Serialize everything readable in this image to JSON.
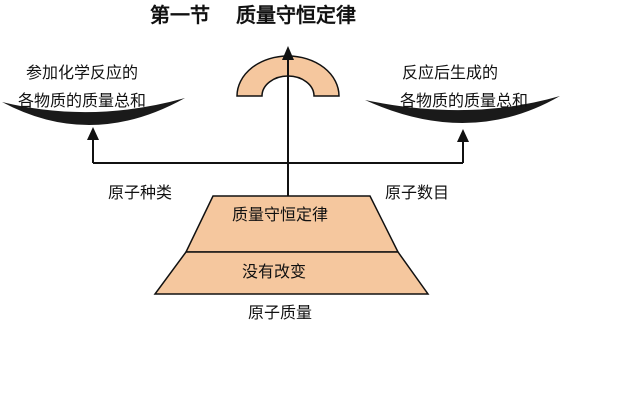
{
  "title": {
    "section": "第一节",
    "name": "质量守恒定律"
  },
  "left_pan": {
    "line1": "参加化学反应的",
    "line2": "各物质的质量总和"
  },
  "right_pan": {
    "line1": "反应后生成的",
    "line2": "各物质的质量总和"
  },
  "beam": {
    "left_label": "原子种类",
    "right_label": "原子数目"
  },
  "pyramid": {
    "top_label": "质量守恒定律",
    "bottom_label": "没有改变"
  },
  "base_label": "原子质量",
  "colors": {
    "pyramid_fill": "#F5C79E",
    "arc_fill": "#F5C79E",
    "pan_color": "#1a1a1a",
    "line_color": "#111111"
  }
}
